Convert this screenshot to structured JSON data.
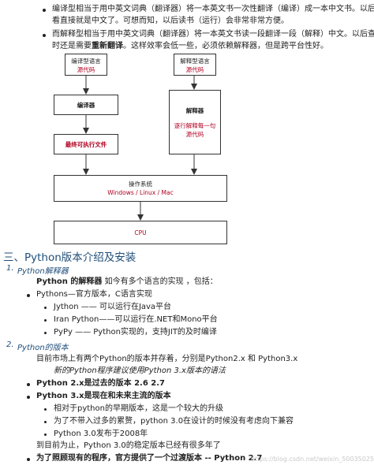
{
  "paragraphs": {
    "p1_line1": "编译型相当于用中英文词典（翻译器）将一本英文书一次性翻译（编译）成一本中文书。以后查",
    "p1_line2": "看直接就是中文了。可想而知，以后读书（运行）会非常非常方便。",
    "p2_line1": "而解释型相当于用中英文词典（翻译器）将一本英文书读一段翻译一段（解释）中文。以后查看",
    "p2_line2a": "时还是需要",
    "p2_line2b": "重新翻译",
    "p2_line2c": "。这样效率会低一些，必须依赖解释器，但是跨平台性好。"
  },
  "diagram": {
    "compiled_label": "编译型语言",
    "compiled_source": "源代码",
    "compiler": "编译器",
    "final_exe": "最终可执行文件",
    "interp_label": "解释型语言",
    "interp_source": "源代码",
    "interpreter": "解释器",
    "interp_exec1": "逐行解释每一句",
    "interp_exec2": "源代码",
    "os_label": "操作系统",
    "os_list": "Windows / Linux / Mac",
    "cpu": "CPU"
  },
  "section": {
    "title": "三、Python版本介绍及安装",
    "s1_num": "1.",
    "s1_title": "Python解释器",
    "s1_intro_bold": "Python 的解释器",
    "s1_intro_rest": " 如今有多个语言的实现 ，包括：",
    "cpython": "Pythons—官方版本，C语言实现",
    "jython": "Jython —— 可以运行在Java平台",
    "ironpython": "Iran Python——可以运行在.NET和Mono平台",
    "pypy": "PyPy  —— Python实现的，支持JIT的及时编译",
    "s2_num": "2.",
    "s2_title": "Python的版本",
    "s2_line1": "目前市场上有两个Python的版本并存着，分别是Python2.x 和 Python3.x",
    "s2_line2": "新的Python程序建议使用Python 3.x版本的语法",
    "py2": "Python 2.x是过去的版本  2.6 2.7",
    "py3": "Python 3.x是现在和未来主流的版本",
    "py3_sub1": "相对于python的早期版本，这是一个较大的升级",
    "py3_sub2": "为了不带入过多的累赘，python 3.0在设计的时候没有考虑向下兼容",
    "py3_sub3": "Python 3.0发布于2008年",
    "stable": "到目前为止，Python 3.0的稳定版本已经有很多年了",
    "transition": "为了照顾现有的程序，官方提供了一个过渡版本 -- Python 2.7"
  },
  "watermark": "https://blog.csdn.net/weixin_50035025"
}
